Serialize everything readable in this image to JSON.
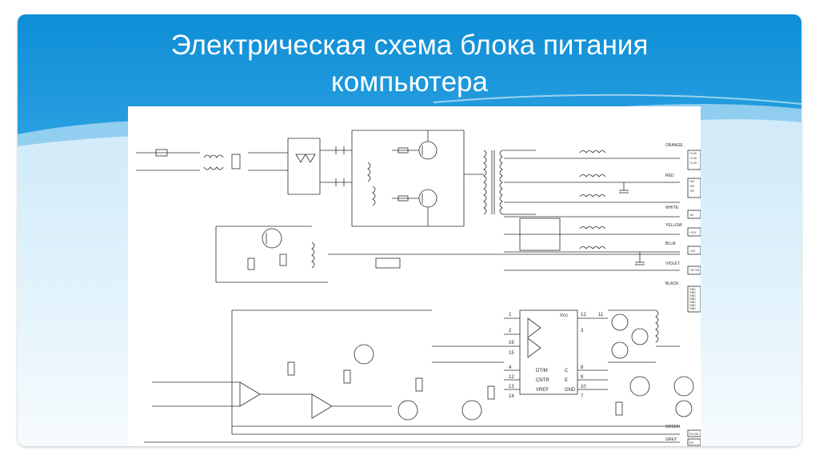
{
  "slide": {
    "title_line1": "Электрическая схема  блока питания",
    "title_line2": "компьютера"
  },
  "colors": {
    "background_top": "#0e8ed6",
    "background_bottom": "#eaf6fd",
    "title_text": "#ffffff",
    "schematic_ink": "#2b2b2b"
  },
  "schematic": {
    "chip_pins": {
      "vcc": "Vcc",
      "dtm": "DT/M",
      "cntr": "CNTR",
      "vref": "VREF",
      "c": "C",
      "e": "E",
      "gnd": "GND",
      "n12": "12",
      "n13": "13",
      "n14": "14",
      "n7": "7",
      "n8": "8",
      "n9": "9",
      "n10": "10",
      "n11": "11",
      "n1": "1",
      "n2": "2",
      "n15": "15",
      "n16": "16",
      "n3": "3",
      "n4": "4"
    },
    "output_labels": [
      "ORANGE",
      "RED",
      "WHITE",
      "YELLOW",
      "BLUE",
      "VIOLET",
      "BLACK",
      "GREEN",
      "GREY"
    ],
    "connector_labels": [
      "+3.3V",
      "+3.3V",
      "+3.3V",
      "+5V",
      "+5V",
      "+5V",
      "-5V",
      "+12V",
      "-12V",
      "+5V SB",
      "GND",
      "GND",
      "GND",
      "GND",
      "GND",
      "GND",
      "GND",
      "PS-ON",
      "PG"
    ]
  }
}
